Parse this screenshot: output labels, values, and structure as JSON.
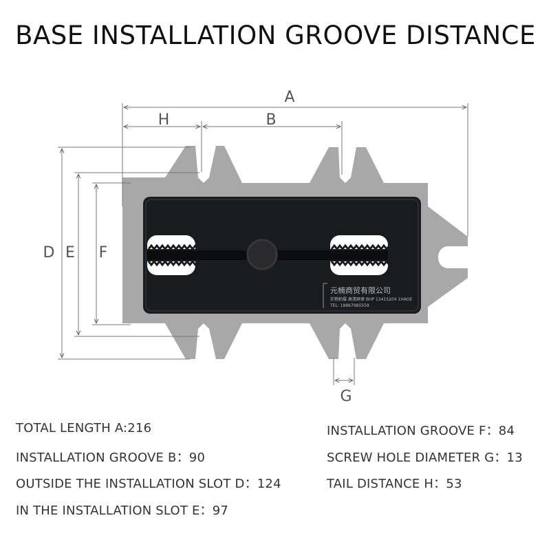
{
  "title": "BASE INSTALLATION GROOVE DISTANCE",
  "dimension_labels": {
    "A": "A",
    "B": "B",
    "H": "H",
    "D": "D",
    "E": "E",
    "F": "F",
    "G": "G"
  },
  "stamp": {
    "line1": "元楠商贸有限公司",
    "line2": "实物拍摄  高清屏保 BHP 13415204 1HAOE",
    "line3": "TEL: 18867985559"
  },
  "specs_left": [
    "TOTAL LENGTH A:216",
    "INSTALLATION GROOVE B：90",
    "OUTSIDE THE INSTALLATION SLOT D：124",
    "IN THE INSTALLATION SLOT E：97"
  ],
  "specs_right": [
    "INSTALLATION GROOVE F：84",
    "SCREW HOLE DIAMETER G：13",
    "TAIL DISTANCE H：53"
  ],
  "colors": {
    "plate": "#a8a8a8",
    "body": "#1a1b1f",
    "dimension": "#666666"
  }
}
